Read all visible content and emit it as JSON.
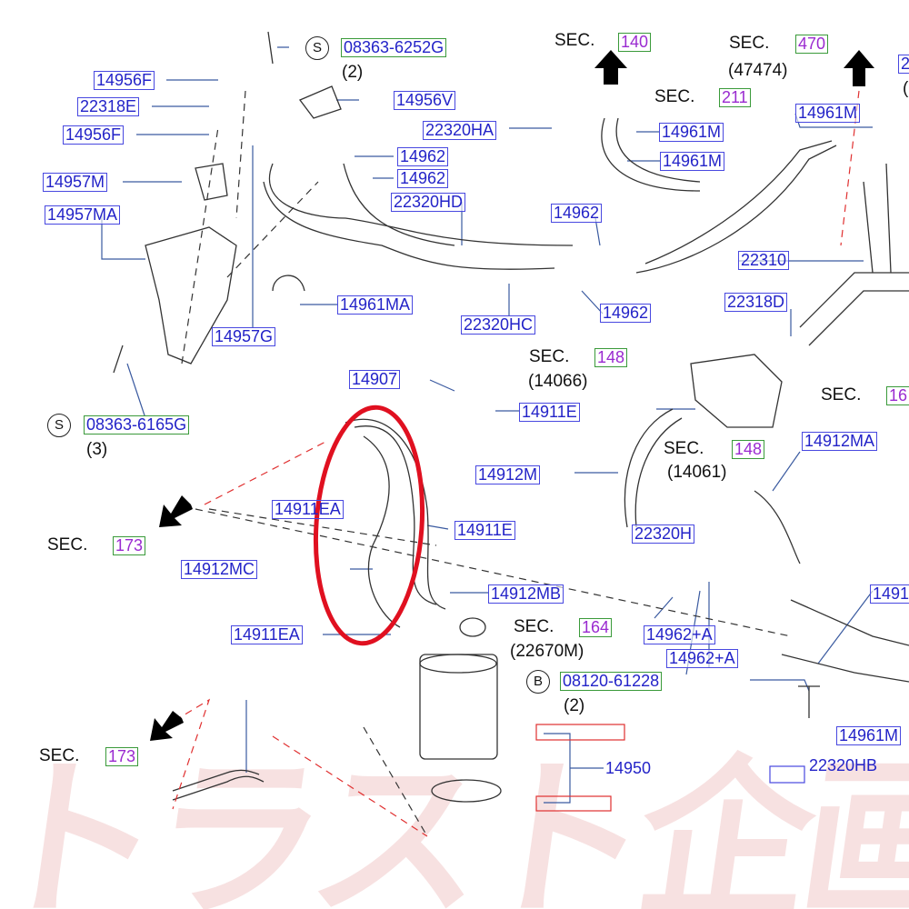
{
  "watermark": "トラスト企画",
  "colors": {
    "part_label": "#2323c8",
    "section_number": "#9a2ad0",
    "highlight": "#e01020",
    "section_box": "#3a9a3a"
  },
  "circles": [
    "S",
    "S",
    "B"
  ],
  "std_parts": [
    "08363-6252G",
    "08363-6165G",
    "08120-61228"
  ],
  "parts": [
    "14956F",
    "22318E",
    "14956F",
    "14957M",
    "14957MA",
    "14956V",
    "22320HA",
    "14962",
    "14962",
    "22320HD",
    "14961MA",
    "14957G",
    "22320HC",
    "14962",
    "14962",
    "14961M",
    "14961M",
    "14961M",
    "22310",
    "22318D",
    "14907",
    "14911E",
    "14912MA",
    "14912M",
    "14911EA",
    "14911E",
    "22320H",
    "14912MC",
    "14912MB",
    "14911EA",
    "14962+A",
    "14962+A",
    "14961M",
    "1491",
    "2"
  ],
  "plain_parts": [
    "14950",
    "22320HB"
  ],
  "sec_label": "SEC.",
  "sec_numbers": [
    "140",
    "470",
    "211",
    "148",
    "148",
    "173",
    "164",
    "173",
    "16"
  ],
  "refs": [
    "(2)",
    "(47474)",
    "(14066)",
    "(14061)",
    "(22670M)",
    "(2)",
    "(3)",
    "("
  ]
}
